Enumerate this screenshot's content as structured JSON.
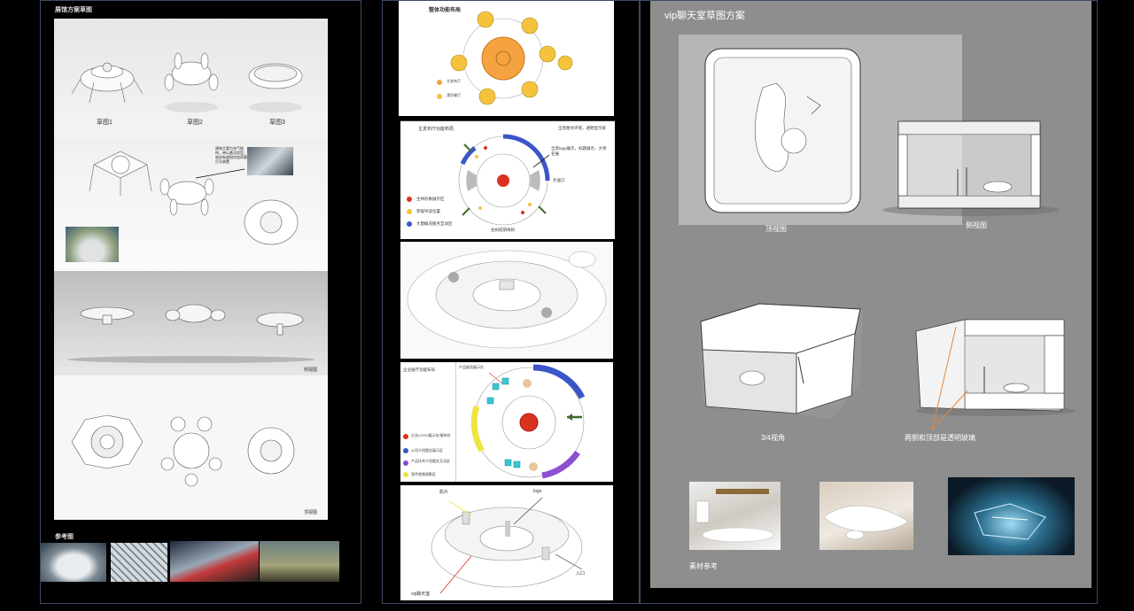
{
  "left_panel": {
    "title": "展馆方案草图",
    "sketch_labels": [
      "草图1",
      "草图2",
      "草图3"
    ],
    "annotation": "建筑主要为充气结构，带以悬浮造型，底部有遮阳帘加荷载灯光装置",
    "side_view_label": "侧视图",
    "top_view_label": "顶视图",
    "reference_title": "参考图"
  },
  "middle_panel": {
    "card1_title": "整体功能布局",
    "card1_legend": [
      "主发布厅",
      "漂浮餐厅"
    ],
    "card2_title": "主发布厅功能布局",
    "card2_note_a": "全息图文环境，透明显示屏",
    "card2_note_b": "全息logo展示，标题展示，大师名展",
    "card2_entrance": "外送口",
    "card2_exit": "往树成荫栈树",
    "card2_legend": [
      "主体形象展示区",
      "参观导读位置",
      "大量概况服务互动区"
    ],
    "card4_title": "企业展厅功能布局",
    "card4_subtitle": "产品展览展示台",
    "card4_legend": [
      "企业LOGO展示台/接待台",
      "公司介绍图文展示区",
      "产品技术介绍图文互动区",
      "宣传视频观影区"
    ],
    "card5_labels": {
      "screen": "影片",
      "logo": "logo",
      "entrance": "入口",
      "vip": "vip聊天室"
    }
  },
  "right_panel": {
    "title": "vip聊天室草图方案",
    "top_view": "顶视图",
    "side_view": "侧视图",
    "three_quarter": "3/4视角",
    "glass_note": "两侧和顶部是透明玻璃",
    "material_ref": "素材参考"
  },
  "colors": {
    "panel_gray": "#8e8e8e",
    "frame_border": "#3d4a66",
    "orange": "#f4a340",
    "red": "#d9331f",
    "blue": "#3b55c9",
    "purple": "#8b4fd1",
    "yellow": "#eee442",
    "arrow_green": "#3e6b2a"
  }
}
